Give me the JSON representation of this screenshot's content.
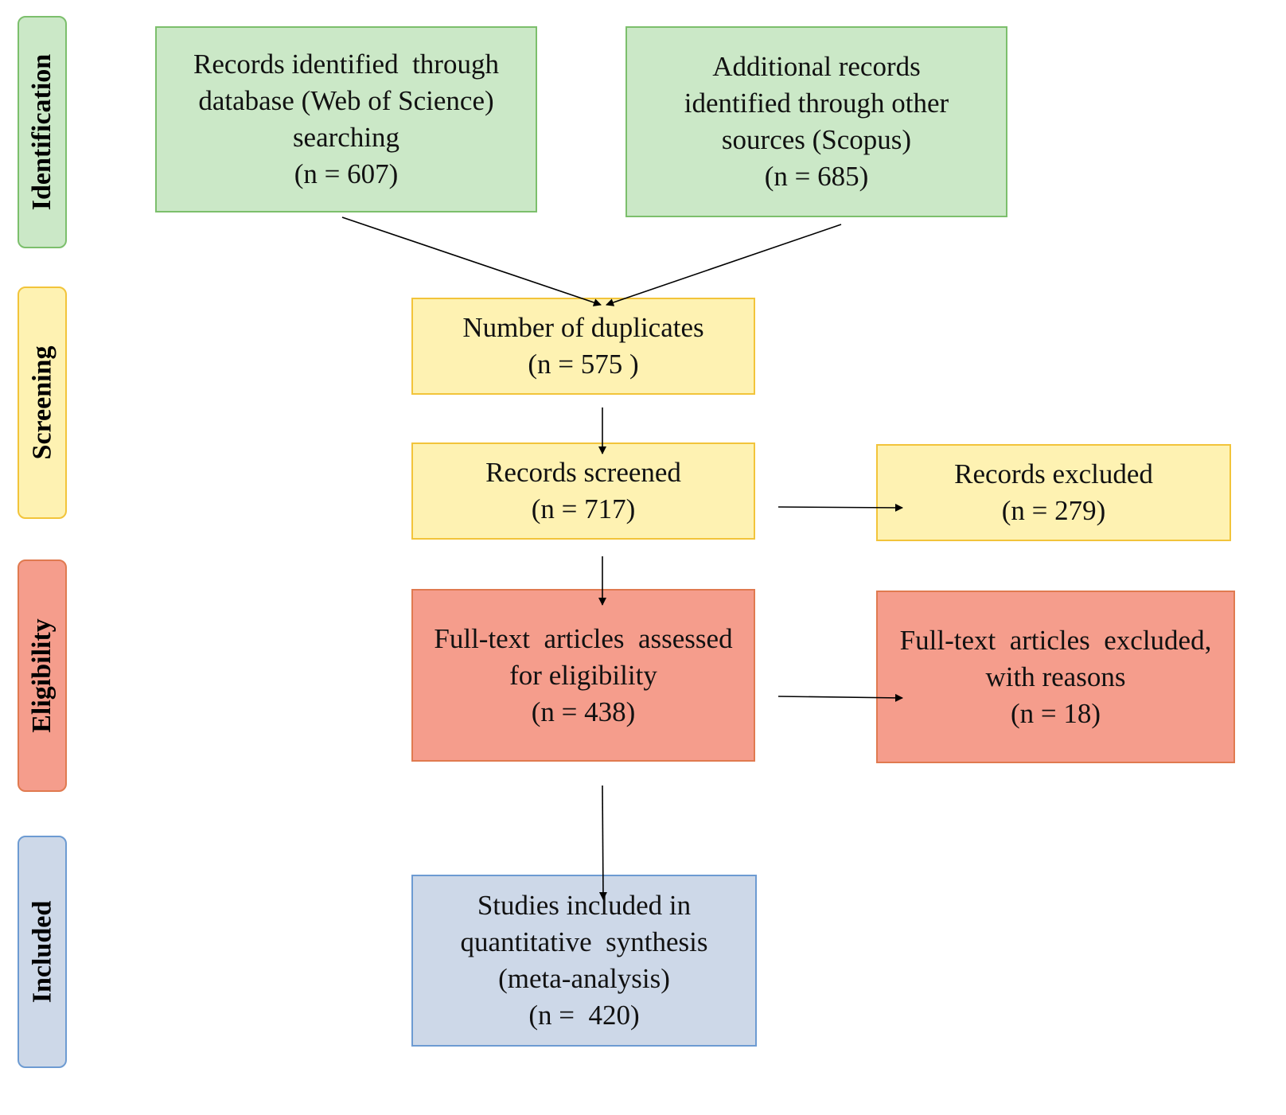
{
  "phases": {
    "identification": "Identification",
    "screening": "Screening",
    "eligibility": "Eligibility",
    "included": "Included"
  },
  "boxes": {
    "database_records": {
      "lines": [
        "Records identified  through",
        "database (Web of Science)",
        "searching",
        "(n = 607)"
      ]
    },
    "other_records": {
      "lines": [
        "Additional records",
        "identified through other",
        "sources (Scopus)",
        "(n = 685)"
      ]
    },
    "duplicates": {
      "lines": [
        "Number of duplicates",
        "(n = 575 )"
      ]
    },
    "screened": {
      "lines": [
        "Records screened",
        "(n = 717)"
      ]
    },
    "excluded": {
      "lines": [
        "Records excluded",
        "(n = 279)"
      ]
    },
    "fulltext_assessed": {
      "lines": [
        "Full-text  articles  assessed",
        "for eligibility",
        "(n = 438)"
      ]
    },
    "fulltext_excluded": {
      "lines": [
        "Full-text  articles  excluded,",
        "with reasons",
        "(n = 18)"
      ]
    },
    "included": {
      "lines": [
        "Studies included in",
        "quantitative  synthesis",
        "(meta-analysis)",
        "(n =  420)"
      ]
    }
  },
  "colors": {
    "identification_fill": "#cbe8c7",
    "screening_fill": "#fef2b2",
    "eligibility_fill": "#f59d8c",
    "included_fill": "#cdd8e8"
  }
}
